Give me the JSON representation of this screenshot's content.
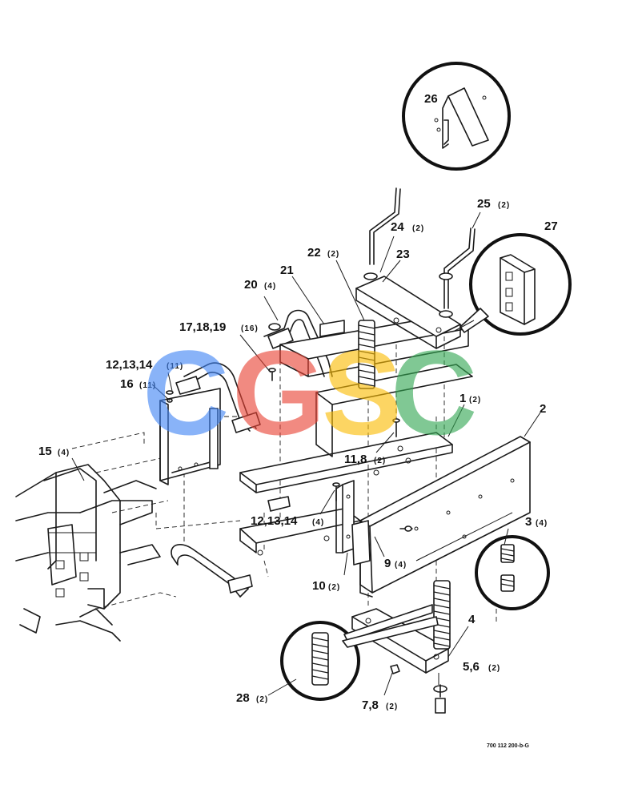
{
  "callouts": [
    {
      "id": "c26",
      "num": "26",
      "qty": ""
    },
    {
      "id": "c25",
      "num": "25",
      "qty": "(2)"
    },
    {
      "id": "c27",
      "num": "27",
      "qty": ""
    },
    {
      "id": "c24",
      "num": "24",
      "qty": "(2)"
    },
    {
      "id": "c22",
      "num": "22",
      "qty": "(2)"
    },
    {
      "id": "c23",
      "num": "23",
      "qty": ""
    },
    {
      "id": "c21",
      "num": "21",
      "qty": ""
    },
    {
      "id": "c20",
      "num": "20",
      "qty": "(4)"
    },
    {
      "id": "c17",
      "num": "17,18,19",
      "qty": "(16)"
    },
    {
      "id": "c12a",
      "num": "12,13,14",
      "qty": "(11)"
    },
    {
      "id": "c16",
      "num": "16",
      "qty": "(11)"
    },
    {
      "id": "c1",
      "num": "1",
      "qty": "(2)"
    },
    {
      "id": "c2",
      "num": "2",
      "qty": ""
    },
    {
      "id": "c15",
      "num": "15",
      "qty": "(4)"
    },
    {
      "id": "c11",
      "num": "11,8",
      "qty": "(2)"
    },
    {
      "id": "c12b",
      "num": "12,13,14",
      "qty": "(4)"
    },
    {
      "id": "c3",
      "num": "3",
      "qty": "(4)"
    },
    {
      "id": "c9",
      "num": "9",
      "qty": "(4)"
    },
    {
      "id": "c10",
      "num": "10",
      "qty": "(2)"
    },
    {
      "id": "c4",
      "num": "4",
      "qty": ""
    },
    {
      "id": "c5",
      "num": "5,6",
      "qty": "(2)"
    },
    {
      "id": "c28",
      "num": "28",
      "qty": "(2)"
    },
    {
      "id": "c7",
      "num": "7,8",
      "qty": "(2)"
    }
  ],
  "drawing_code": "700 112 200-b-G",
  "watermark": {
    "letters": [
      "C",
      "G",
      "S",
      "C"
    ],
    "colors": [
      "#4285f4",
      "#ea4335",
      "#fbbc05",
      "#34a853"
    ]
  }
}
